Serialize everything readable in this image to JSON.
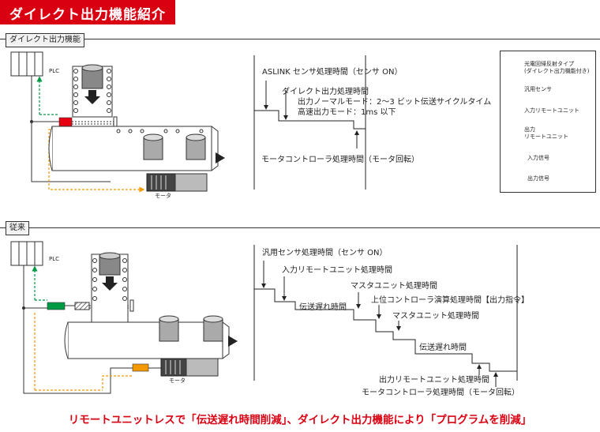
{
  "header": {
    "title": "ダイレクト出力機能紹介"
  },
  "section_direct": {
    "tag": "ダイレクト出力機能",
    "plc": "PLC",
    "motor": "モータ",
    "timing": {
      "aslink": "ASLINK センサ処理時間（センサ ON）",
      "direct_title": "ダイレクト出力処理時間",
      "normal_mode": "出力ノーマルモード：2～3 ビット伝送サイクルタイム",
      "fast_mode": "高速出力モード：1ms 以下",
      "motor_ctrl": "モータコントローラ処理時間（モータ回転）"
    }
  },
  "legend": {
    "items": [
      {
        "label1": "光電回帰反射タイプ",
        "label2": "(ダイレクト出力機能付き)",
        "color": "#e60012"
      },
      {
        "label1": "汎用センサ",
        "label2": "",
        "color": "hatch"
      },
      {
        "label1": "入力リモートユニット",
        "label2": "",
        "color": "#009944"
      },
      {
        "label1": "出力",
        "label2": "リモートユニット",
        "color": "#f39800"
      },
      {
        "label1": "入力信号",
        "label2": "",
        "color": "#009944"
      },
      {
        "label1": "出力信号",
        "label2": "",
        "color": "#f39800"
      }
    ]
  },
  "section_conventional": {
    "tag": "従来",
    "plc": "PLC",
    "motor": "モータ",
    "timing": {
      "sensor": "汎用センサ処理時間（センサ ON）",
      "input_remote": "入力リモートユニット処理時間",
      "master1": "マスタユニット処理時間",
      "upper": "上位コントローラ演算処理時間【出力指令】",
      "delay1": "伝送遅れ時間",
      "master2": "マスタユニット処理時間",
      "delay2": "伝送遅れ時間",
      "output_remote": "出力リモートユニット処理時間",
      "motor_ctrl": "モータコントローラ処理時間（モータ回転）"
    }
  },
  "footer": {
    "text": "リモートユニットレスで「伝送遅れ時間削減」、ダイレクト出力機能により「プログラムを削減」"
  }
}
